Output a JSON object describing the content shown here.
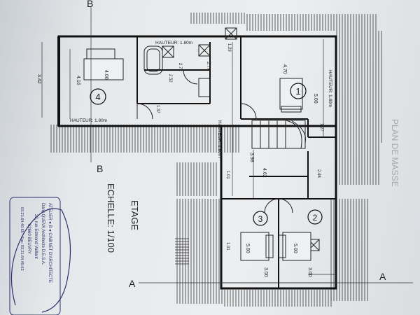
{
  "drawing": {
    "title": "ETAGE",
    "scale": "ECHELLE: 1/100",
    "site_plan_label": "PLAN DE MASSE"
  },
  "section_marks": {
    "b": "B",
    "a": "A"
  },
  "rooms": [
    {
      "number": "1",
      "dim_a": "5.00",
      "dim_b": "4.70"
    },
    {
      "number": "2",
      "dim_a": "5.00",
      "dim_b": "3.00"
    },
    {
      "number": "3",
      "dim_a": "5.00",
      "dim_b": "3.00"
    },
    {
      "number": "4",
      "dim_a": "4.00",
      "dim_b": "4.16"
    }
  ],
  "height_notes": {
    "room4": "HAUTEUR: 1.80m",
    "bath": "HAUTEUR: 1.80m",
    "corridor": "HAUTEUR: 1.80m",
    "room1": "HAUTEUR: 1.80m"
  },
  "dimensions": {
    "d342": "3.42",
    "d272": "2.72",
    "d252": "2.52",
    "d277": "2.77",
    "d129": "1.29",
    "d137": "1.37",
    "d127": "1.27",
    "d398": "3.98",
    "d462": "4.62",
    "d101a": "1.01",
    "d101b": "1.01",
    "d248": "2.48"
  },
  "stamp": {
    "line1": "ATELIER ● B ● CABINET D'ARCHITECTE",
    "line2": "Dany QUEVA  Architecte D.E.S.A.",
    "line3": "22, rue Edmond Vaillant",
    "line4": "62660 BEUVRY",
    "line5": "03.21.64.40.65 - Fax: 03.21.64.40.63"
  }
}
